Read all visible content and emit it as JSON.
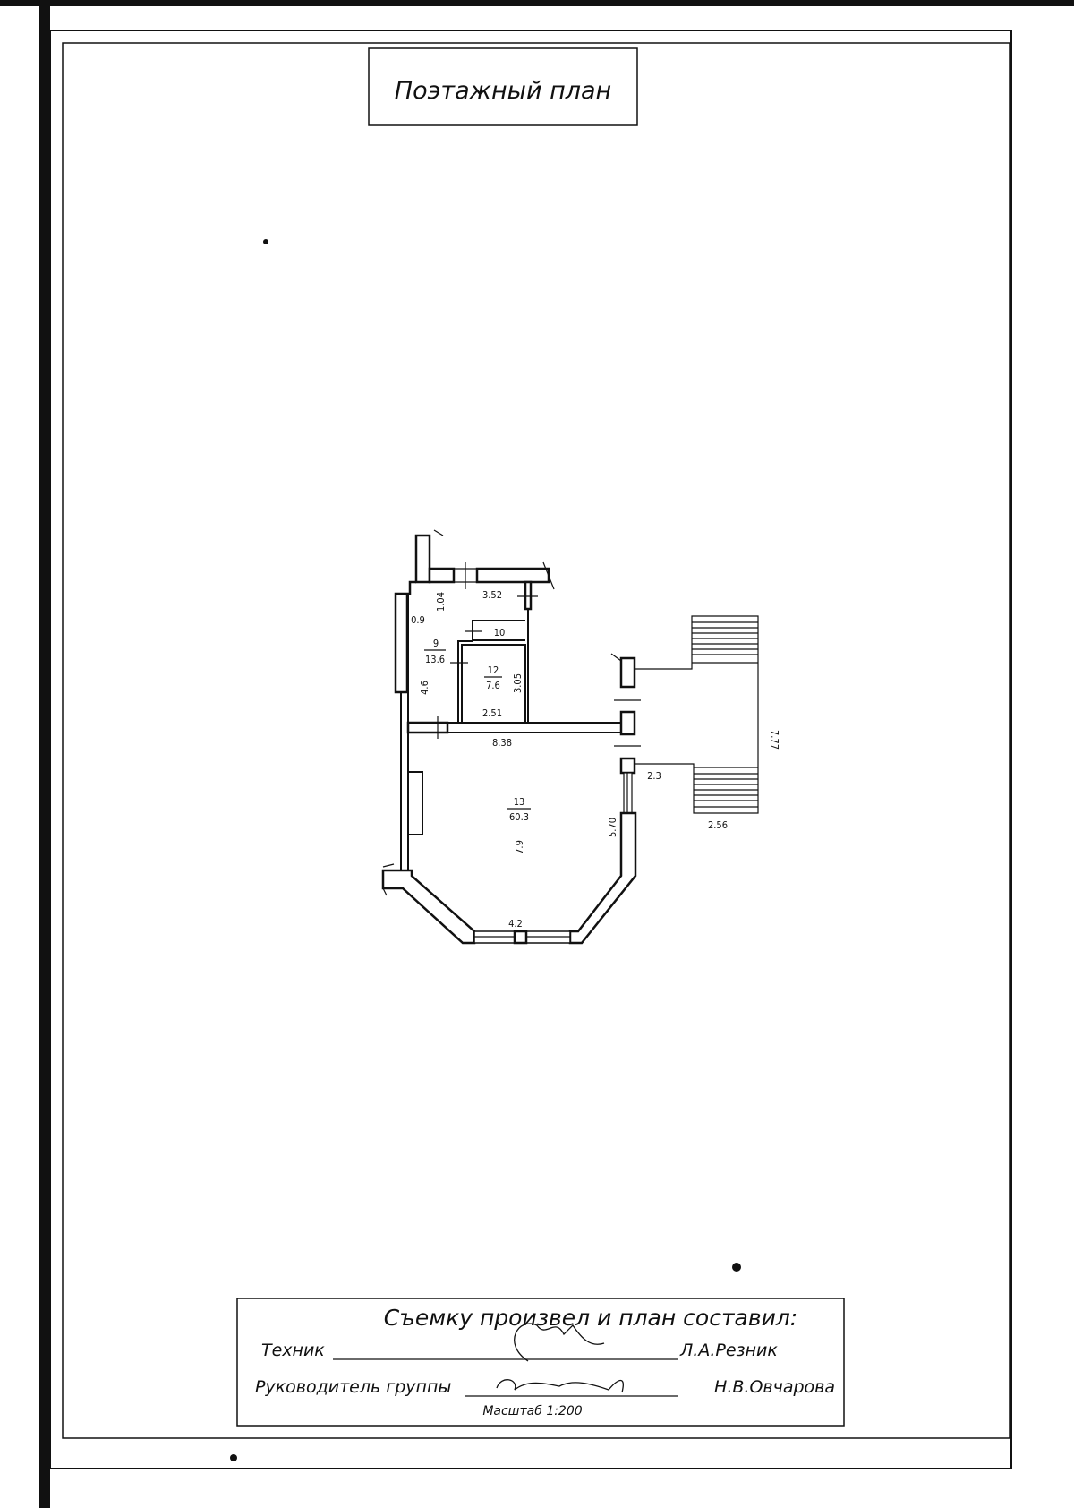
{
  "title": "Поэтажный план",
  "plan": {
    "rooms": [
      {
        "number": "9",
        "area": "13.6"
      },
      {
        "number": "10"
      },
      {
        "number": "12",
        "area": "7.6"
      },
      {
        "number": "13",
        "area": "60.3"
      }
    ],
    "dimensions": [
      "1.04",
      "3.52",
      "0.9",
      "4.6",
      "3.05",
      "2.51",
      "8.38",
      "7.9",
      "5.70",
      "4.2",
      "2.3",
      "7.77",
      "2.56"
    ]
  },
  "stamp": {
    "heading": "Съемку произвел и план составил:",
    "technician_label": "Техник",
    "technician_name": "Л.А.Резник",
    "group_head_label": "Руководитель группы",
    "group_head_name": "Н.В.Овчарова",
    "scale": "Масштаб 1:200"
  }
}
